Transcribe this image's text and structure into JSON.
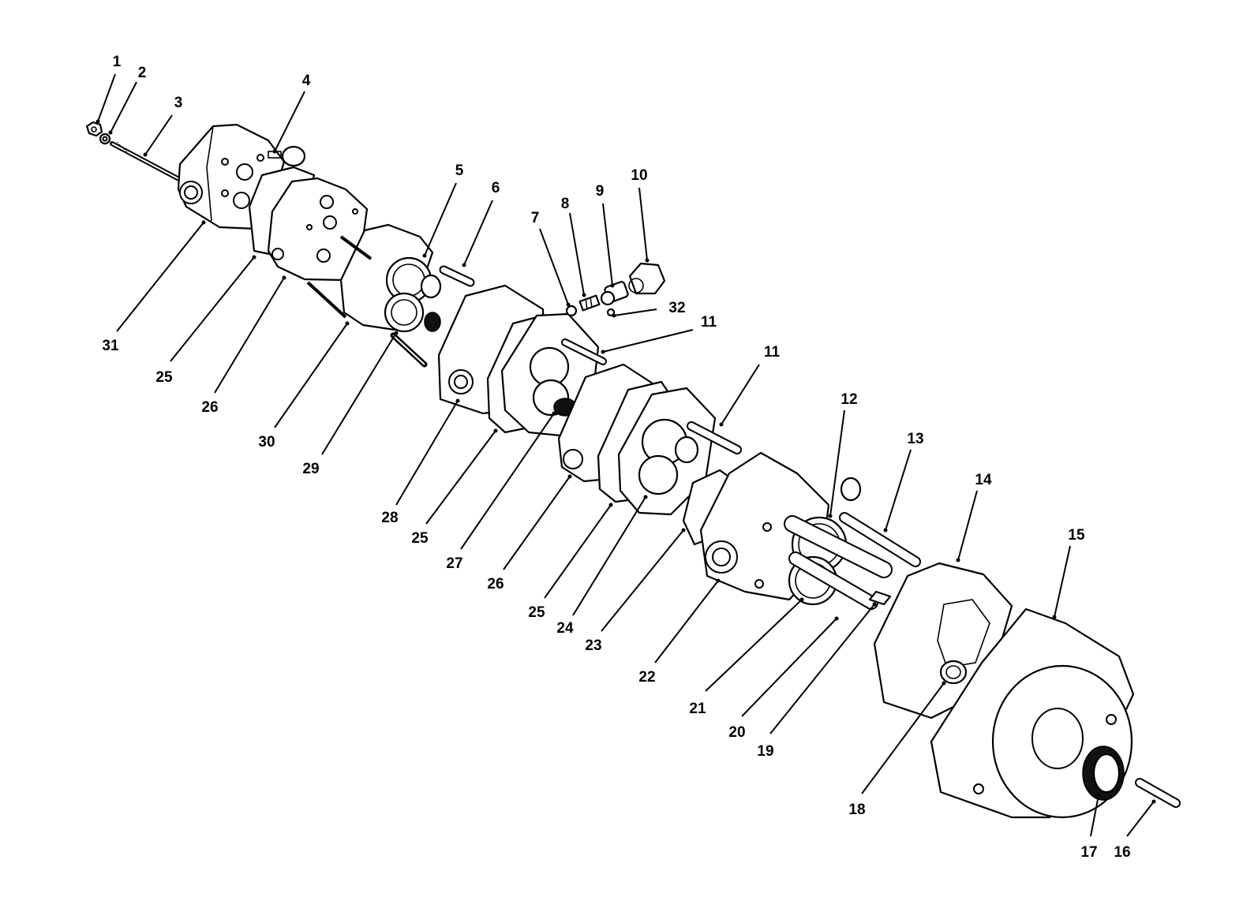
{
  "callouts": [
    {
      "id": "c1",
      "label": "1"
    },
    {
      "id": "c2",
      "label": "2"
    },
    {
      "id": "c3",
      "label": "3"
    },
    {
      "id": "c4",
      "label": "4"
    },
    {
      "id": "c5",
      "label": "5"
    },
    {
      "id": "c6",
      "label": "6"
    },
    {
      "id": "c7",
      "label": "7"
    },
    {
      "id": "c8",
      "label": "8"
    },
    {
      "id": "c9",
      "label": "9"
    },
    {
      "id": "c10",
      "label": "10"
    },
    {
      "id": "c32",
      "label": "32"
    },
    {
      "id": "c11a",
      "label": "11"
    },
    {
      "id": "c11b",
      "label": "11"
    },
    {
      "id": "c12",
      "label": "12"
    },
    {
      "id": "c13",
      "label": "13"
    },
    {
      "id": "c14",
      "label": "14"
    },
    {
      "id": "c15",
      "label": "15"
    },
    {
      "id": "c31",
      "label": "31"
    },
    {
      "id": "c25a",
      "label": "25"
    },
    {
      "id": "c26a",
      "label": "26"
    },
    {
      "id": "c30",
      "label": "30"
    },
    {
      "id": "c29",
      "label": "29"
    },
    {
      "id": "c28",
      "label": "28"
    },
    {
      "id": "c25b",
      "label": "25"
    },
    {
      "id": "c27",
      "label": "27"
    },
    {
      "id": "c26b",
      "label": "26"
    },
    {
      "id": "c25c",
      "label": "25"
    },
    {
      "id": "c24",
      "label": "24"
    },
    {
      "id": "c23",
      "label": "23"
    },
    {
      "id": "c22",
      "label": "22"
    },
    {
      "id": "c21",
      "label": "21"
    },
    {
      "id": "c20",
      "label": "20"
    },
    {
      "id": "c19",
      "label": "19"
    },
    {
      "id": "c18",
      "label": "18"
    },
    {
      "id": "c17",
      "label": "17"
    },
    {
      "id": "c16",
      "label": "16"
    }
  ]
}
